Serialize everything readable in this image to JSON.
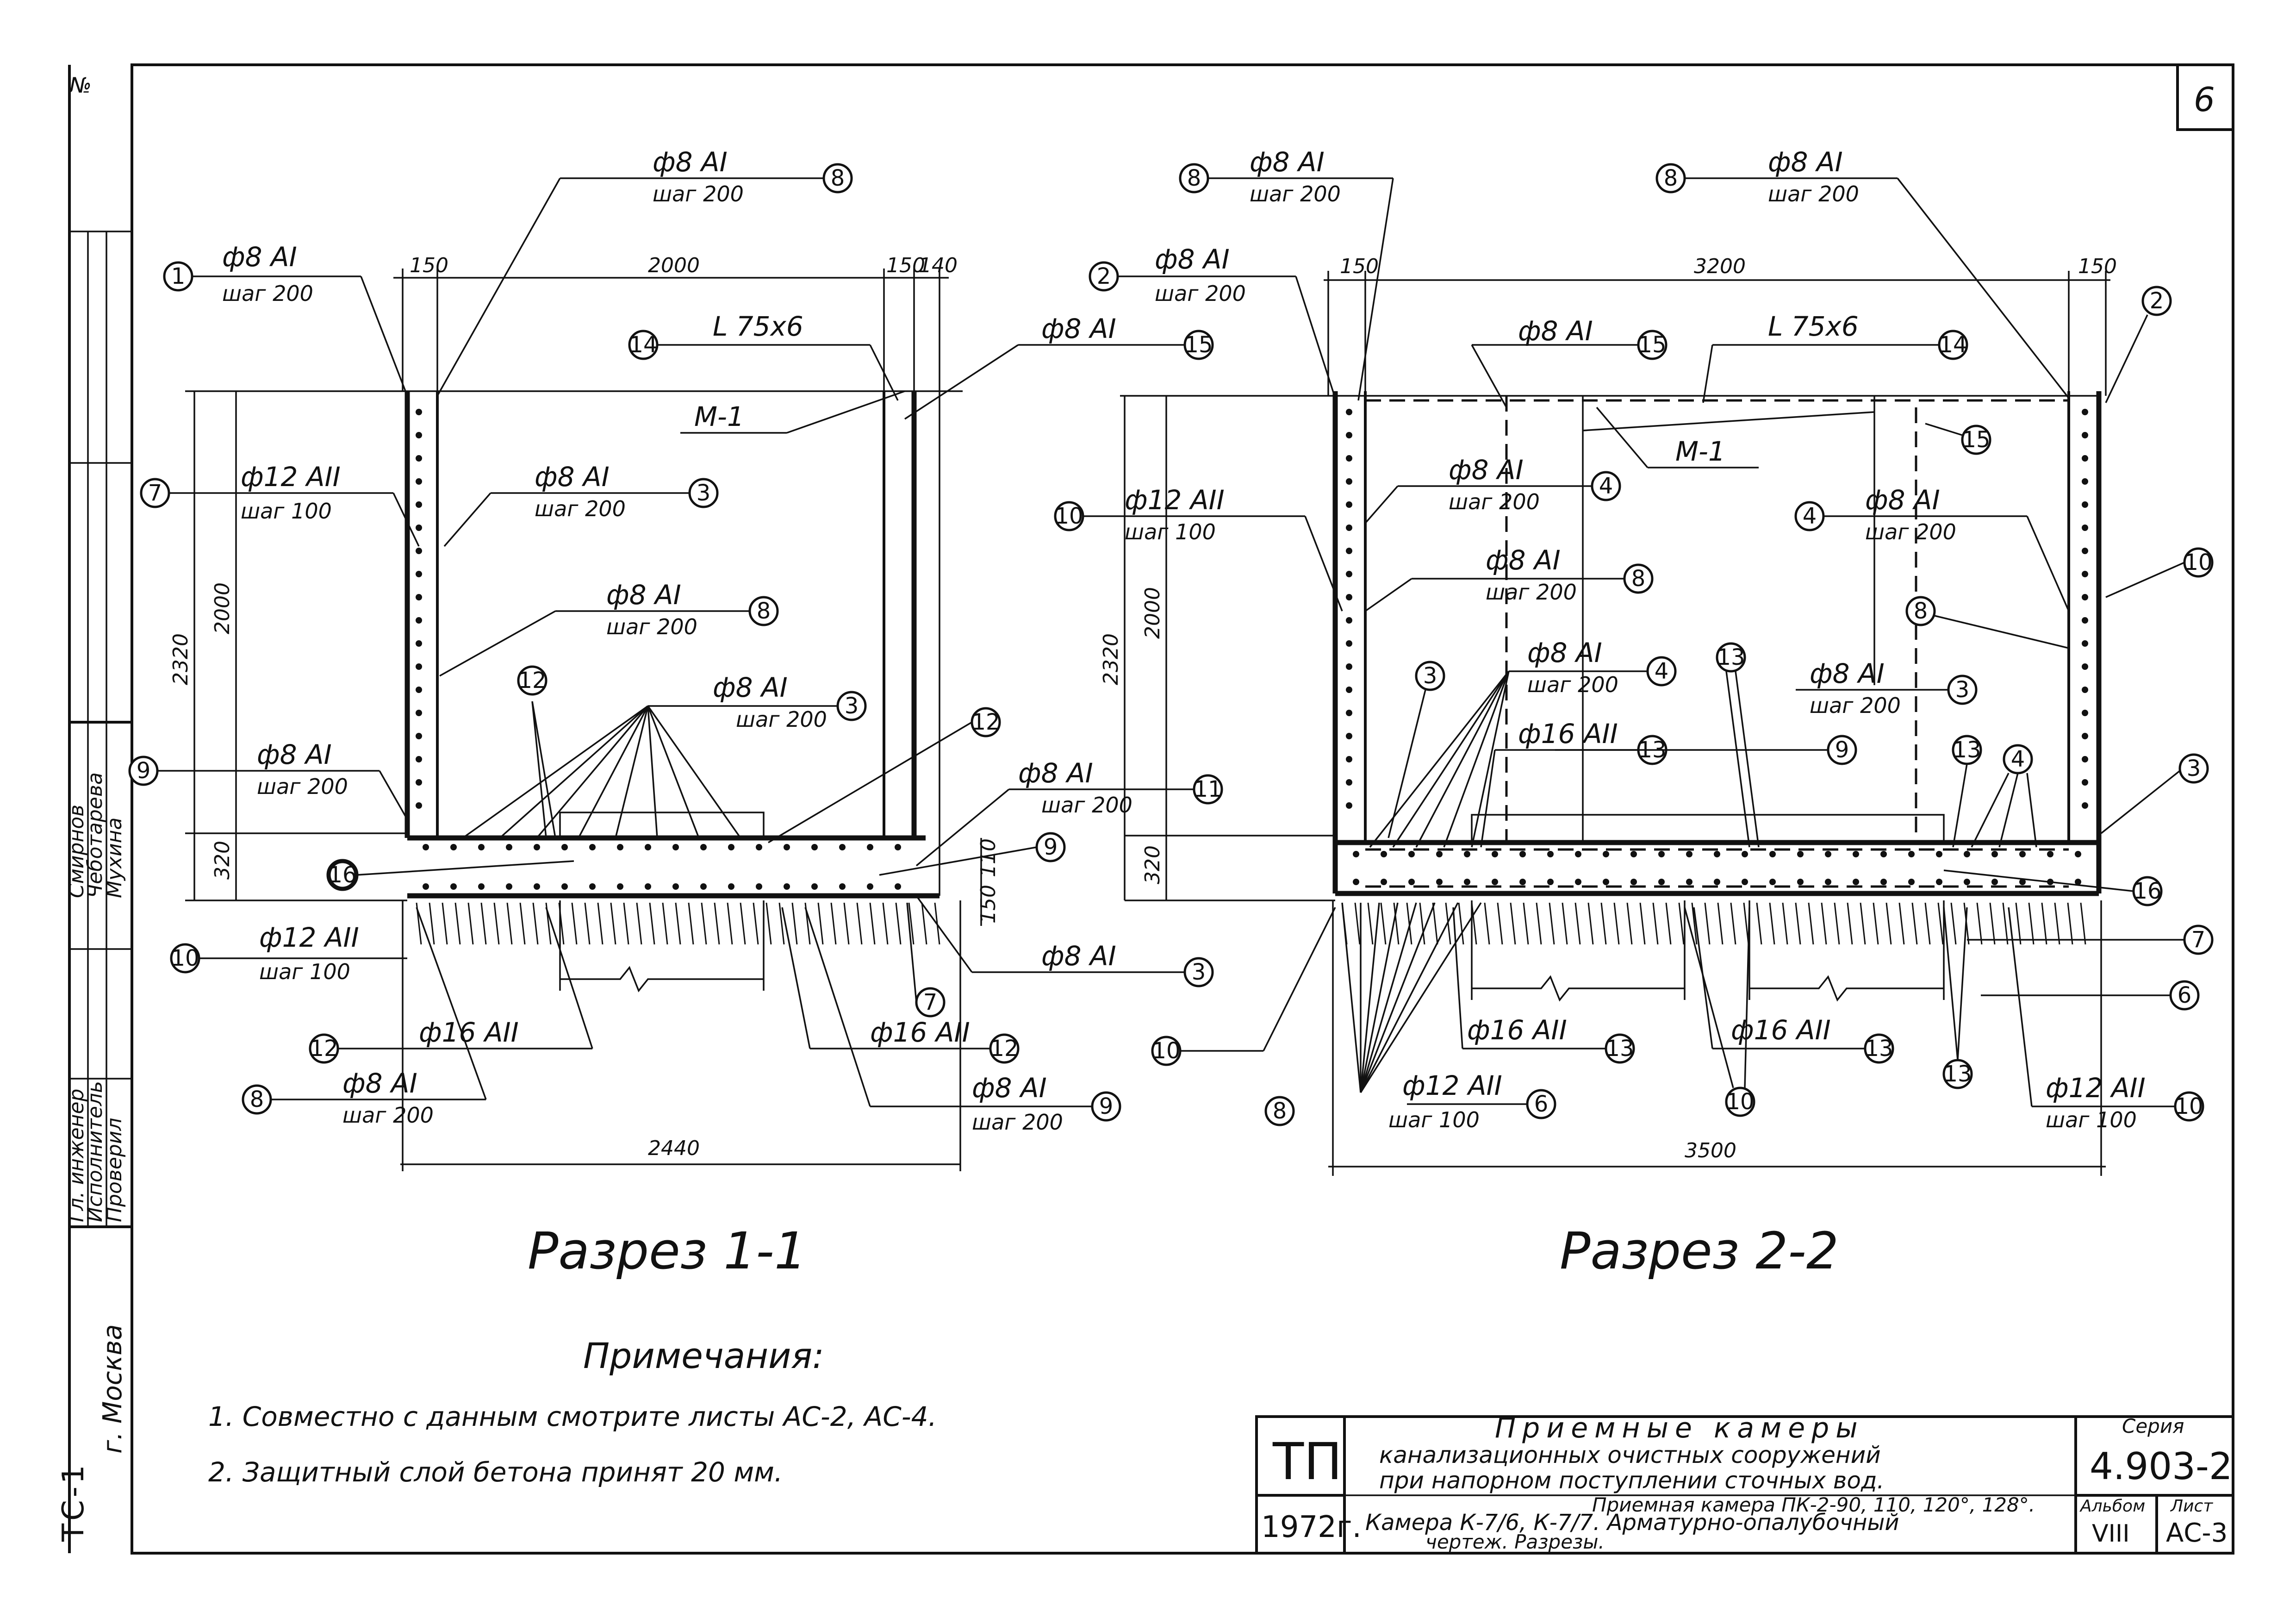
{
  "sheet_number": "6",
  "corner_mark": "№",
  "section_1": {
    "title": "Разрез 1-1",
    "dims": {
      "d150a": "150",
      "d2000": "2000",
      "d150b": "150",
      "d140": "140",
      "d2320": "2320",
      "d2000v": "2000",
      "d320": "320",
      "d150v": "150",
      "d2440": "2440",
      "d110": "110"
    },
    "callouts": [
      {
        "num": "1",
        "label": "ф8 АI",
        "sub": "шаг 200"
      },
      {
        "num": "8",
        "label": "ф8 АI",
        "sub": "шаг 200"
      },
      {
        "num": "14",
        "label": "L 75х6",
        "sub": ""
      },
      {
        "num": "15",
        "label": "ф8 АI",
        "sub": ""
      },
      {
        "num": "M",
        "label": "М-1",
        "sub": ""
      },
      {
        "num": "7",
        "label": "ф12 АII",
        "sub": "шаг 100"
      },
      {
        "num": "3",
        "label": "ф8 АI",
        "sub": "шаг 200"
      },
      {
        "num": "8b",
        "label": "ф8 АI",
        "sub": "шаг 200"
      },
      {
        "num": "12",
        "label": "",
        "sub": ""
      },
      {
        "num": "3b",
        "label": "ф8 АI",
        "sub": "шаг 200"
      },
      {
        "num": "12b",
        "label": "",
        "sub": ""
      },
      {
        "num": "9",
        "label": "ф8 АI",
        "sub": "шаг 200"
      },
      {
        "num": "11",
        "label": "ф8 АI",
        "sub": "шаг 200"
      },
      {
        "num": "16",
        "label": "",
        "sub": ""
      },
      {
        "num": "9b",
        "label": "",
        "sub": ""
      },
      {
        "num": "10",
        "label": "ф12 АII",
        "sub": "шаг 100"
      },
      {
        "num": "3c",
        "label": "ф8 АI",
        "sub": ""
      },
      {
        "num": "7b",
        "label": "",
        "sub": ""
      },
      {
        "num": "12c",
        "label": "ф16 АII",
        "sub": ""
      },
      {
        "num": "12d",
        "label": "ф16 АII",
        "sub": ""
      },
      {
        "num": "8c",
        "label": "ф8 АI",
        "sub": "шаг 200"
      },
      {
        "num": "9c",
        "label": "ф8 АI",
        "sub": "шаг 200"
      }
    ]
  },
  "section_2": {
    "title": "Разрез 2-2",
    "dims": {
      "d150a": "150",
      "d3200": "3200",
      "d150b": "150",
      "d2320": "2320",
      "d2000v": "2000",
      "d320": "320",
      "d3500": "3500"
    },
    "callouts": [
      {
        "num": "8",
        "label": "ф8 АI",
        "sub": "шаг 200"
      },
      {
        "num": "8b",
        "label": "ф8 АI",
        "sub": "шаг 200"
      },
      {
        "num": "2",
        "label": "ф8 АI",
        "sub": "шаг 200"
      },
      {
        "num": "2b",
        "label": "",
        "sub": ""
      },
      {
        "num": "15",
        "label": "ф8 АI",
        "sub": ""
      },
      {
        "num": "14",
        "label": "L 75х6",
        "sub": ""
      },
      {
        "num": "M",
        "label": "М-1",
        "sub": ""
      },
      {
        "num": "15b",
        "label": "",
        "sub": ""
      },
      {
        "num": "10",
        "label": "ф12 АII",
        "sub": "шаг 100"
      },
      {
        "num": "4",
        "label": "ф8 АI",
        "sub": "шаг 200"
      },
      {
        "num": "4b",
        "label": "ф8 АI",
        "sub": "шаг 200"
      },
      {
        "num": "10b",
        "label": "",
        "sub": ""
      },
      {
        "num": "8c",
        "label": "ф8 АI",
        "sub": "шаг 200"
      },
      {
        "num": "8d",
        "label": "",
        "sub": ""
      },
      {
        "num": "3",
        "label": "",
        "sub": ""
      },
      {
        "num": "4c",
        "label": "ф8 АI",
        "sub": "шаг 200"
      },
      {
        "num": "13",
        "label": "",
        "sub": ""
      },
      {
        "num": "3b",
        "label": "ф8 АI",
        "sub": "шаг 200"
      },
      {
        "num": "13b",
        "label": "ф16 АII",
        "sub": ""
      },
      {
        "num": "9",
        "label": "",
        "sub": ""
      },
      {
        "num": "13c",
        "label": "",
        "sub": ""
      },
      {
        "num": "4d",
        "label": "",
        "sub": ""
      },
      {
        "num": "3c",
        "label": "",
        "sub": ""
      },
      {
        "num": "16",
        "label": "",
        "sub": ""
      },
      {
        "num": "7",
        "label": "",
        "sub": ""
      },
      {
        "num": "6",
        "label": "",
        "sub": ""
      },
      {
        "num": "10c",
        "label": "",
        "sub": ""
      },
      {
        "num": "13d",
        "label": "ф16 АII",
        "sub": ""
      },
      {
        "num": "13e",
        "label": "ф16 АII",
        "sub": ""
      },
      {
        "num": "13f",
        "label": "",
        "sub": ""
      },
      {
        "num": "8e",
        "label": "",
        "sub": ""
      },
      {
        "num": "10d",
        "label": "",
        "sub": ""
      },
      {
        "num": "6b",
        "label": "ф12 АII",
        "sub": "шаг 100"
      },
      {
        "num": "10e",
        "label": "ф12 АII",
        "sub": "шаг 100"
      }
    ]
  },
  "notes": {
    "heading": "Примечания:",
    "items": [
      "1. Совместно с данным смотрите листы АС-2, АС-4.",
      "2. Защитный слой бетона принят 20 мм."
    ]
  },
  "title_block": {
    "org_mark": "ТП",
    "year": "1972г.",
    "line1": "Приемные камеры",
    "line2": "канализационных очистных сооружений",
    "line3": "при напорном поступлении сточных вод.",
    "line4": "Приемная камера ПК-2-90, 110, 120°, 128°.",
    "line5": "Камера К-7/6, К-7/7. Арматурно-опалубочный",
    "line6": "чертеж. Разрезы.",
    "series_label": "Серия",
    "series_value": "4.903-2",
    "album_label": "Альбом",
    "album_value": "VIII",
    "sheet_label": "Лист",
    "sheet_value": "АС-3"
  },
  "side_stamp": {
    "rows": [
      "Гл. инженер",
      "Исполнитель",
      "Проверил"
    ],
    "names": [
      "Смирнов",
      "Чеботарева",
      "Мухина"
    ],
    "city": "г. Москва",
    "code": "ТС-1"
  }
}
